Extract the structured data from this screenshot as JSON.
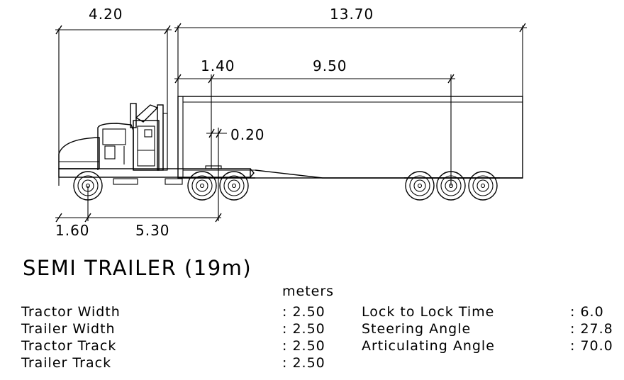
{
  "dimensions": {
    "tractor_length": "4.20",
    "trailer_length": "13.70",
    "kingpin_offset": "1.40",
    "trailer_wheelbase": "9.50",
    "kingpin_to_rear": "0.20",
    "front_overhang": "1.60",
    "tractor_wheelbase": "5.30"
  },
  "title": "SEMI TRAILER (19m)",
  "units": "meters",
  "specs_left": [
    {
      "label": "Tractor Width",
      "value": ": 2.50"
    },
    {
      "label": "Trailer Width",
      "value": ": 2.50"
    },
    {
      "label": "Tractor Track",
      "value": ": 2.50"
    },
    {
      "label": "Trailer Track",
      "value": ": 2.50"
    }
  ],
  "specs_right": [
    {
      "label": "Lock to Lock Time",
      "value": ": 6.0"
    },
    {
      "label": "Steering Angle",
      "value": ": 27.8"
    },
    {
      "label": "Articulating Angle",
      "value": ": 70.0"
    }
  ]
}
